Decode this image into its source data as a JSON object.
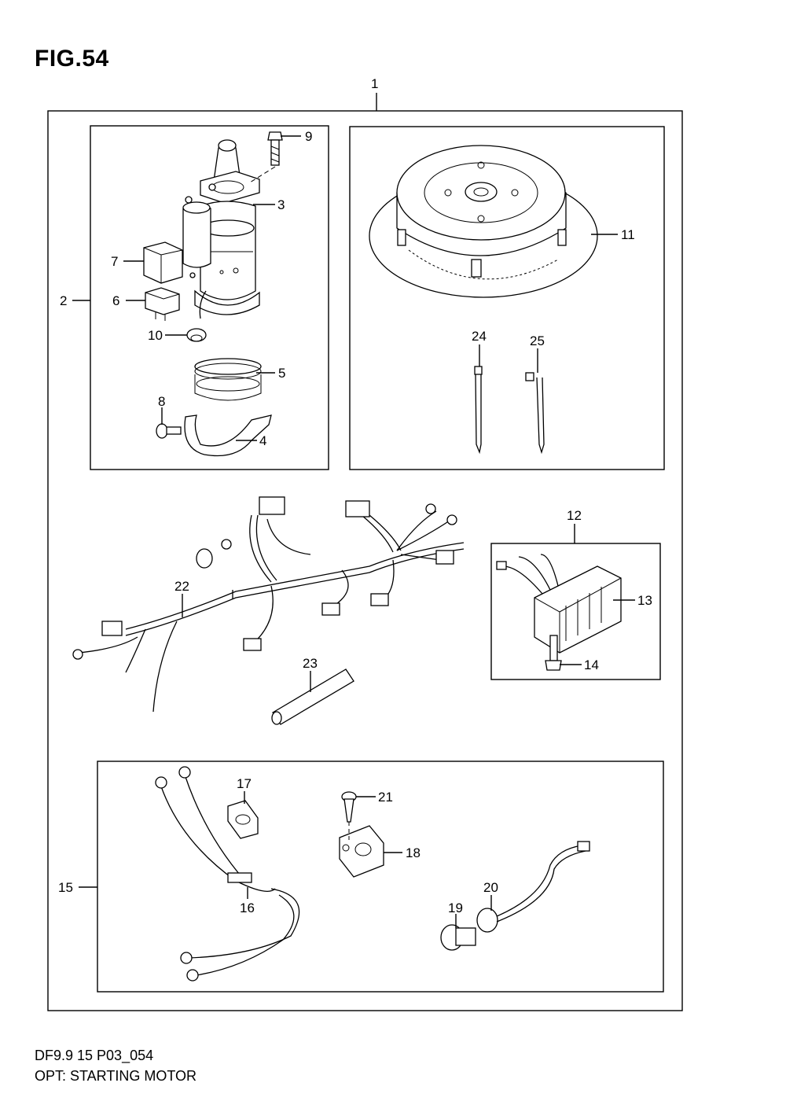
{
  "figure": {
    "title": "FIG.54",
    "code": "DF9.9 15 P03_054",
    "description": "OPT: STARTING MOTOR"
  },
  "callouts": [
    "1",
    "2",
    "3",
    "4",
    "5",
    "6",
    "7",
    "8",
    "9",
    "10",
    "11",
    "12",
    "13",
    "14",
    "15",
    "16",
    "17",
    "18",
    "19",
    "20",
    "21",
    "22",
    "23",
    "24",
    "25"
  ]
}
